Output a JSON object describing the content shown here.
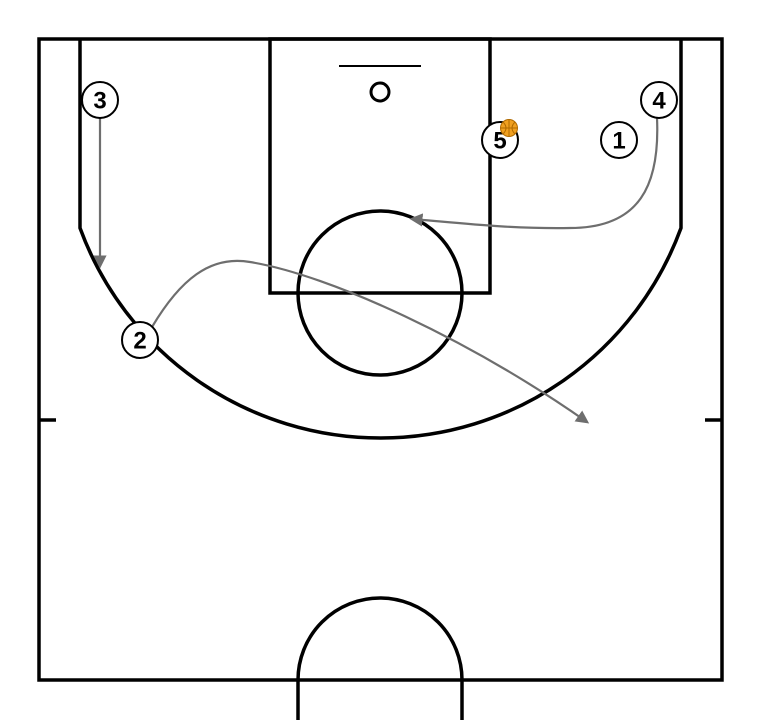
{
  "diagram": {
    "colors": {
      "background": "#ffffff",
      "court_lines": "#000000",
      "movement_arrows": "#6e6e6e",
      "player_fill": "#ffffff",
      "player_stroke": "#000000",
      "player_text": "#000000",
      "ball_fill": "#f0a020",
      "ball_stroke": "#b06a00"
    },
    "players": [
      {
        "id": "p3",
        "label": "3"
      },
      {
        "id": "p2",
        "label": "2"
      },
      {
        "id": "p5",
        "label": "5"
      },
      {
        "id": "p1",
        "label": "1"
      },
      {
        "id": "p4",
        "label": "4"
      }
    ],
    "ball": {
      "icon": "basketball-icon",
      "holder": "5"
    },
    "movements": [
      {
        "player": "3",
        "type": "cut"
      },
      {
        "player": "2",
        "type": "cut"
      },
      {
        "player": "4",
        "type": "cut"
      }
    ]
  }
}
